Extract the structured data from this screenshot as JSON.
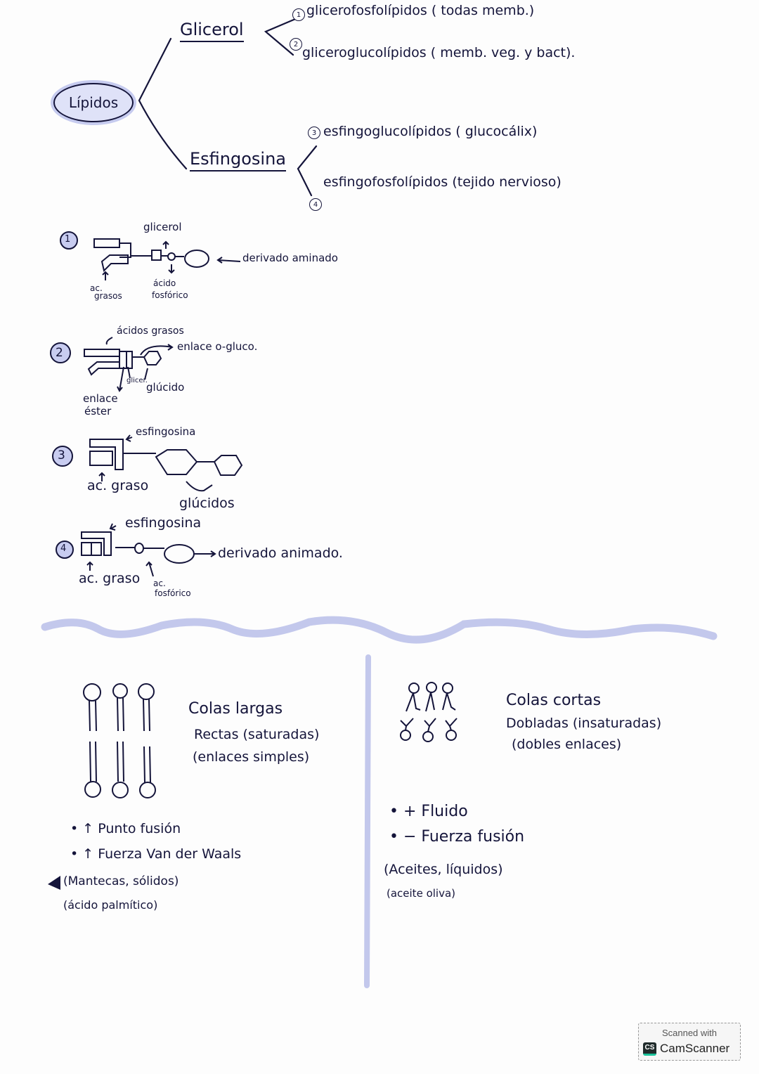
{
  "tree": {
    "root": "Lípidos",
    "branches": [
      {
        "label": "Glicerol",
        "children": [
          {
            "number": "1",
            "text": "glicerofosfolípidos ( todas memb.)"
          },
          {
            "number": "2",
            "text": "gliceroglucolípidos ( memb. veg. y bact)."
          }
        ]
      },
      {
        "label": "Esfingosina",
        "children": [
          {
            "number": "3",
            "text": "esfingoglucolípidos ( glucocálix)"
          },
          {
            "number": "4",
            "text": "esfingofosfolípidos (tejido nervioso)"
          }
        ]
      }
    ]
  },
  "diagrams": {
    "d1": {
      "number": "1",
      "labels": {
        "glicerol": "glicerol",
        "derivado": "derivado aminado",
        "acidos_grasos_1": "ac.",
        "acidos_grasos_2": "grasos",
        "fosforico_1": "ácido",
        "fosforico_2": "fosfórico"
      }
    },
    "d2": {
      "number": "2",
      "labels": {
        "acidos_grasos": "ácidos grasos",
        "enlace_o": "enlace o-gluco.",
        "glicerol": "glicer.",
        "glucido": "glúcido",
        "enlace_ester_1": "enlace",
        "enlace_ester_2": "éster"
      }
    },
    "d3": {
      "number": "3",
      "labels": {
        "esfingosina": "esfingosina",
        "acido_graso": "ac. graso",
        "glucidos": "glúcidos"
      }
    },
    "d4": {
      "number": "4",
      "labels": {
        "esfingosina": "esfingosina",
        "derivado": "derivado animado.",
        "acido_graso": "ac. graso",
        "fosforico_1": "ac.",
        "fosforico_2": "fosfórico"
      }
    }
  },
  "comparison": {
    "left": {
      "title": "Colas largas",
      "line2": "Rectas (saturadas)",
      "line3": "(enlaces simples)",
      "bullets": [
        "↑ Punto fusión",
        "↑ Fuerza Van der Waals"
      ],
      "note1": "(Mantecas, sólidos)",
      "note2": "(ácido palmítico)"
    },
    "right": {
      "title": "Colas cortas",
      "line2": "Dobladas (insaturadas)",
      "line3": "(dobles enlaces)",
      "bullets": [
        "+ Fluido",
        "− Fuerza fusión"
      ],
      "note1": "(Aceites, líquidos)",
      "note2": "(aceite oliva)"
    }
  },
  "colors": {
    "ink": "#14143a",
    "highlight": "#c6cbef",
    "divider": "#c3c8ec"
  },
  "watermark": {
    "line1": "Scanned with",
    "logo": "CS",
    "brand": "CamScanner"
  }
}
